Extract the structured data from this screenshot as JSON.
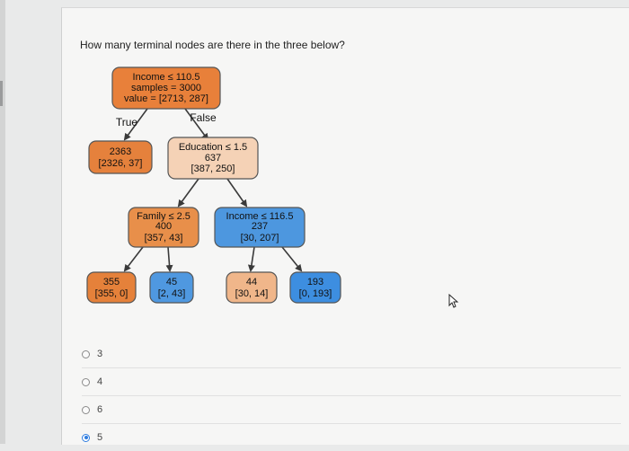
{
  "question": {
    "text": "How many terminal nodes are there in the three below?"
  },
  "tree": {
    "edge_labels": {
      "true": "True",
      "false": "False"
    },
    "nodes": {
      "root": {
        "lines": [
          "Income ≤ 110.5",
          "samples = 3000",
          "value = [2713, 287]"
        ],
        "color": "#e8803a"
      },
      "n1": {
        "lines": [
          "2363",
          "[2326, 37]"
        ],
        "color": "#e5813c"
      },
      "n2": {
        "lines": [
          "Education ≤ 1.5",
          "637",
          "[387, 250]"
        ],
        "color": "#f5d2b6"
      },
      "n3": {
        "lines": [
          "Family ≤ 2.5",
          "400",
          "[357, 43]"
        ],
        "color": "#e88f4a"
      },
      "n4": {
        "lines": [
          "Income ≤ 116.5",
          "237",
          "[30, 207]"
        ],
        "color": "#4d97df"
      },
      "n5": {
        "lines": [
          "355",
          "[355, 0]"
        ],
        "color": "#e5813a"
      },
      "n6": {
        "lines": [
          "45",
          "[2, 43]"
        ],
        "color": "#4f98e0"
      },
      "n7": {
        "lines": [
          "44",
          "[30, 14]"
        ],
        "color": "#f0b68a"
      },
      "n8": {
        "lines": [
          "193",
          "[0, 193]"
        ],
        "color": "#3d8ee0"
      }
    }
  },
  "options": [
    {
      "label": "3",
      "selected": false
    },
    {
      "label": "4",
      "selected": false
    },
    {
      "label": "6",
      "selected": false
    },
    {
      "label": "5",
      "selected": true
    }
  ],
  "colors": {
    "accent": "#2f7de0",
    "edge": "#3a3a3a"
  }
}
